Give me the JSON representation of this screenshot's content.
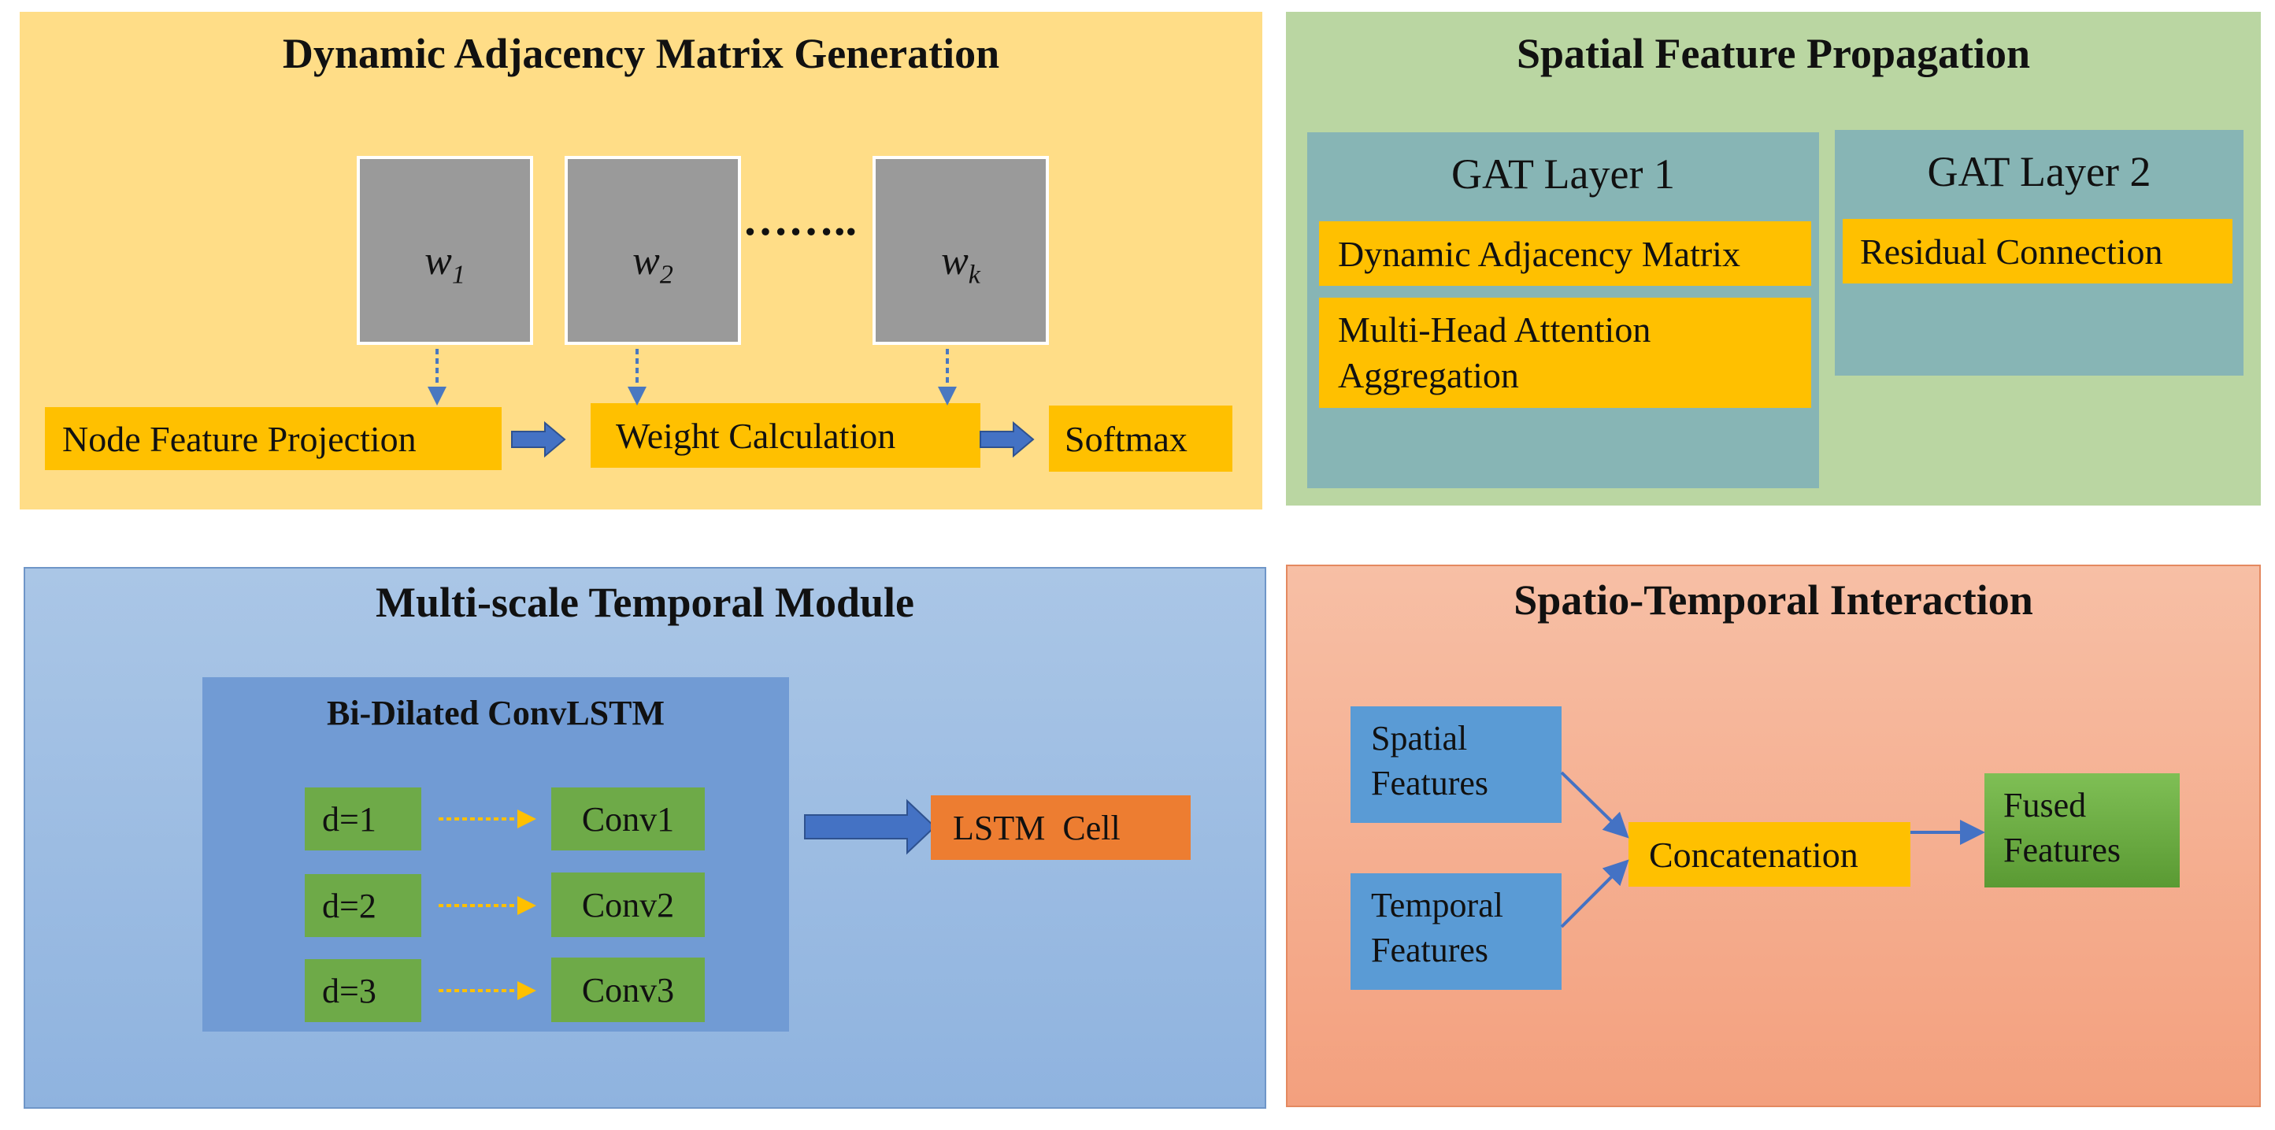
{
  "panels": {
    "adjacency": {
      "title": "Dynamic Adjacency Matrix Generation",
      "weights": [
        {
          "symbol": "w",
          "subscript": "1"
        },
        {
          "symbol": "w",
          "subscript": "2"
        },
        {
          "symbol": "w",
          "subscript": "k"
        }
      ],
      "ellipsis": "……..",
      "steps": [
        "Node Feature Projection",
        "Weight Calculation",
        "Softmax"
      ]
    },
    "spatial": {
      "title": "Spatial Feature Propagation",
      "layer1": {
        "title": "GAT Layer 1",
        "items": [
          "Dynamic Adjacency Matrix",
          "Multi-Head Attention",
          "Aggregation"
        ]
      },
      "layer2": {
        "title": "GAT Layer 2",
        "items": [
          "Residual Connection"
        ]
      }
    },
    "temporal": {
      "title": "Multi-scale Temporal Module",
      "bidilated_title": "Bi-Dilated ConvLSTM",
      "dilations": [
        "d=1",
        "d=2",
        "d=3"
      ],
      "convs": [
        "Conv1",
        "Conv2",
        "Conv3"
      ],
      "lstm": "LSTM  Cell"
    },
    "interaction": {
      "title": "Spatio-Temporal Interaction",
      "spatial_features": [
        "Spatial",
        "Features"
      ],
      "temporal_features": [
        "Temporal",
        "Features"
      ],
      "concat": "Concatenation",
      "fused": [
        "Fused",
        "Features"
      ]
    }
  },
  "colors": {
    "yellow_panel": "#ffdd87",
    "green_panel": "#bad6a2",
    "blue_panel": "#aac6e6",
    "salmon_panel": "#f3a07e",
    "orange_box": "#ffc000",
    "gat_box": "#87b5b5",
    "weight_box": "#9a9a9a",
    "green_box": "#6eaa48",
    "blue_box": "#5a9bd5",
    "lstm_box": "#ed7d31",
    "arrow_blue": "#4472c4"
  }
}
